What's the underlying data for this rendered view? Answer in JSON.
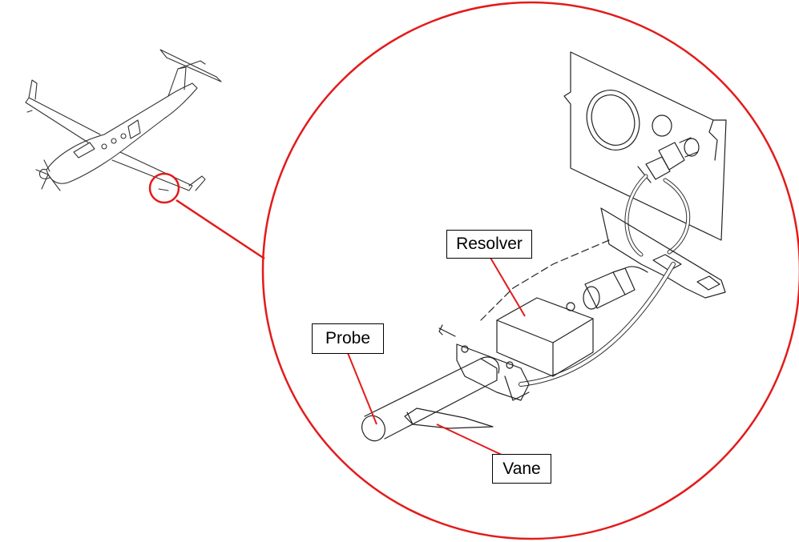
{
  "labels": {
    "resolver": "Resolver",
    "probe": "Probe",
    "vane": "Vane"
  },
  "colors": {
    "highlight": "#e31b1b",
    "line_art": "#222222"
  }
}
